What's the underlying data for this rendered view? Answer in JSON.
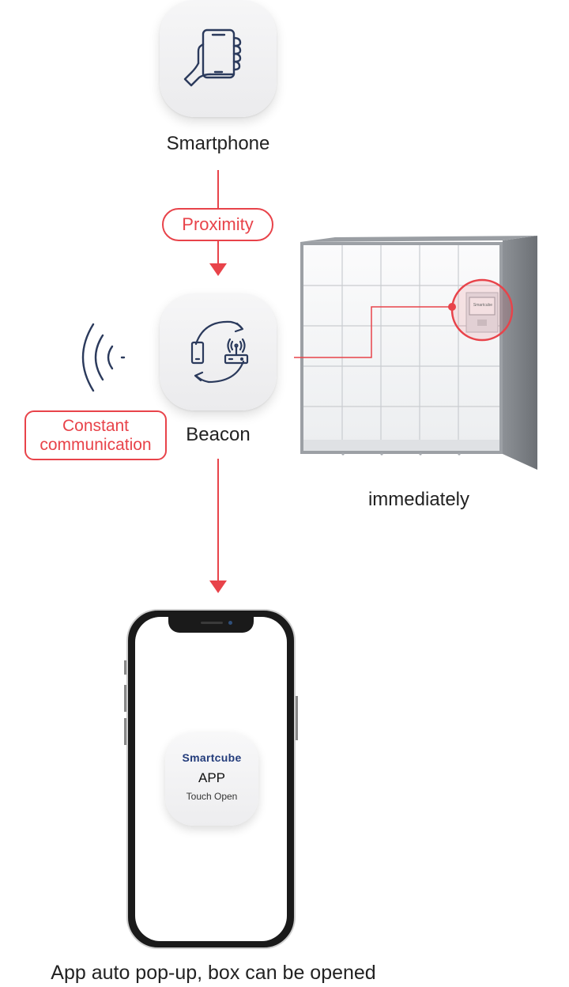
{
  "smartphone": {
    "label": "Smartphone",
    "icon": "hand-holding-phone-icon"
  },
  "proximity": {
    "label": "Proximity"
  },
  "beacon": {
    "label": "Beacon",
    "icon": "phone-router-sync-icon"
  },
  "constant": {
    "line1": "Constant",
    "line2": "communication"
  },
  "locker": {
    "caption": "immediately",
    "panel_brand": "Smartcube"
  },
  "phone_app": {
    "brand": "Smartcube",
    "app_label": "APP",
    "action_label": "Touch Open"
  },
  "footer": {
    "caption": "App auto pop-up, box can be opened"
  },
  "colors": {
    "accent": "#e8434a",
    "icon_stroke": "#2b3a5c",
    "brand_blue": "#233c7b",
    "brand_red": "#e8434a"
  }
}
